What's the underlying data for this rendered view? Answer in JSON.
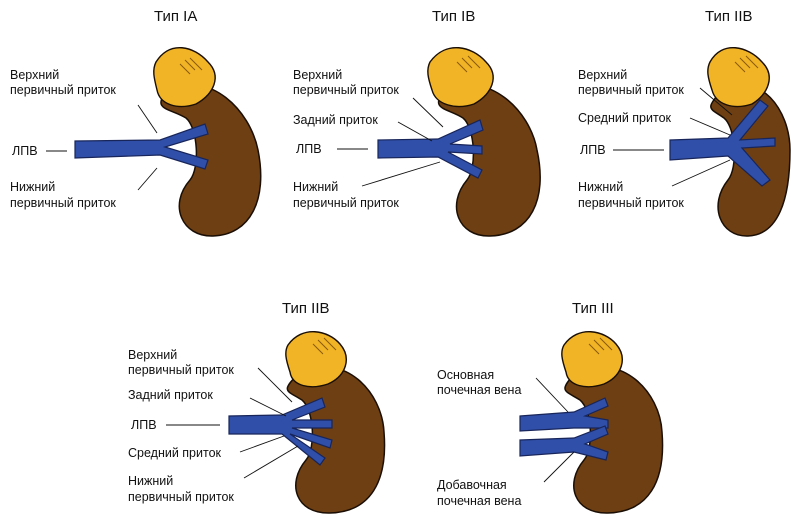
{
  "colors": {
    "kidney": "#6e3f12",
    "kidney_outline": "#1a0e05",
    "adrenal": "#f1b427",
    "adrenal_hatch": "#8a5a0a",
    "vein": "#2f4fa8",
    "vein_outline": "#18255a"
  },
  "panels": {
    "p1": {
      "title": "Тип IA",
      "labels": [
        "Верхний",
        "первичный приток",
        "ЛПВ",
        "Нижний",
        "первичный приток"
      ]
    },
    "p2": {
      "title": "Тип IB",
      "labels": [
        "Верхний",
        "первичный приток",
        "Задний приток",
        "ЛПВ",
        "Нижний",
        "первичный приток"
      ]
    },
    "p3": {
      "title": "Тип IIB",
      "labels": [
        "Верхний",
        "первичный приток",
        "Средний приток",
        "ЛПВ",
        "Нижний",
        "первичный приток"
      ]
    },
    "p4": {
      "title": "Тип IIB",
      "labels": [
        "Верхний",
        "первичный приток",
        "Задний приток",
        "ЛПВ",
        "Средний приток",
        "Нижний",
        "первичный приток"
      ]
    },
    "p5": {
      "title": "Тип III",
      "labels": [
        "Основная",
        "почечная вена",
        "Добавочная",
        "почечная вена"
      ]
    }
  }
}
